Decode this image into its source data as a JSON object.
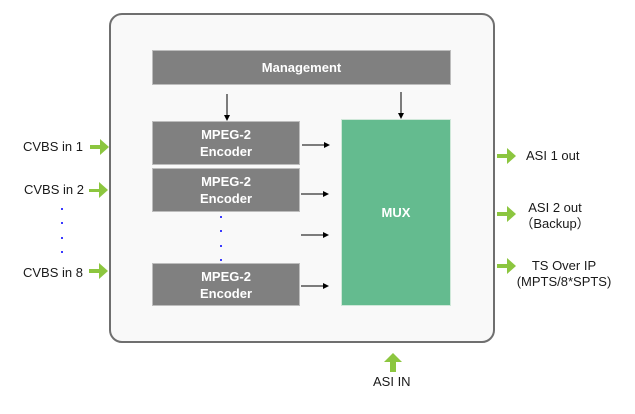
{
  "diagram": {
    "management": {
      "label": "Management"
    },
    "encoders": [
      {
        "line1": "MPEG-2",
        "line2": "Encoder"
      },
      {
        "line1": "MPEG-2",
        "line2": "Encoder"
      },
      {
        "line1": "MPEG-2",
        "line2": "Encoder"
      }
    ],
    "mux": {
      "label": "MUX"
    },
    "inputs": [
      {
        "label": "CVBS  in 1"
      },
      {
        "label": "CVBS  in 2"
      },
      {
        "label": "CVBS  in 8"
      }
    ],
    "outputs": [
      {
        "line1": "ASI 1 out",
        "line2": ""
      },
      {
        "line1": "ASI 2 out",
        "line2": "（Backup）"
      },
      {
        "line1": "TS Over IP",
        "line2": "(MPTS/8*SPTS)"
      }
    ],
    "bottom_input": {
      "label": "ASI IN"
    },
    "colors": {
      "arrow_green": "#8cc63f",
      "block_gray": "#808080",
      "mux_green": "#64bb8f",
      "frame_border": "#6f6f6f",
      "ellipsis_blue": "#3a3aff"
    }
  }
}
